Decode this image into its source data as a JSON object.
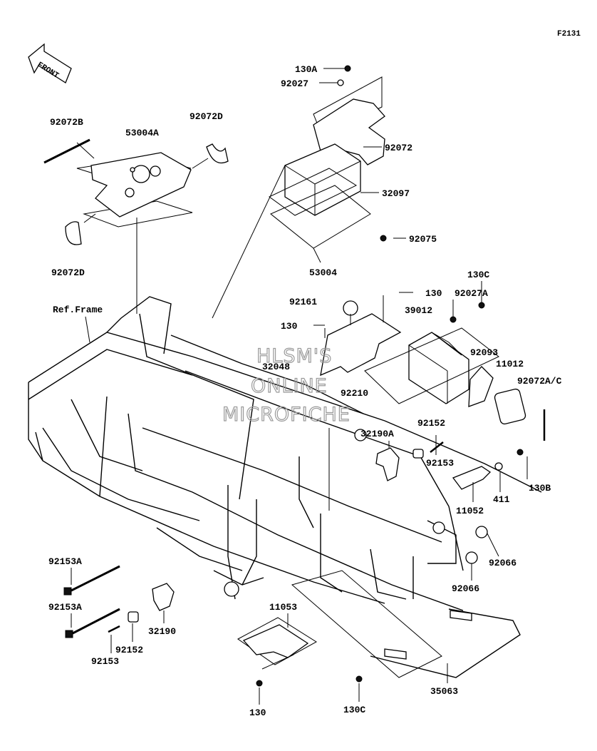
{
  "page_code": "F2131",
  "front_label": "FRONT",
  "ref_frame_label": "Ref.Frame",
  "watermark": [
    "HLSM'S",
    "ONLINE",
    "MICROFICHE"
  ],
  "parts": [
    {
      "id": "130A",
      "name": "label-130A"
    },
    {
      "id": "92027",
      "name": "label-92027"
    },
    {
      "id": "92072",
      "name": "label-92072"
    },
    {
      "id": "32097",
      "name": "label-32097"
    },
    {
      "id": "92075",
      "name": "label-92075"
    },
    {
      "id": "53004",
      "name": "label-53004"
    },
    {
      "id": "92072B",
      "name": "label-92072B"
    },
    {
      "id": "53004A",
      "name": "label-53004A"
    },
    {
      "id": "92072D",
      "name": "label-92072D-top"
    },
    {
      "id": "92072D",
      "name": "label-92072D-bottom"
    },
    {
      "id": "130C",
      "name": "label-130C-top"
    },
    {
      "id": "130",
      "name": "label-130-right"
    },
    {
      "id": "92027A",
      "name": "label-92027A"
    },
    {
      "id": "92161",
      "name": "label-92161"
    },
    {
      "id": "39012",
      "name": "label-39012"
    },
    {
      "id": "130",
      "name": "label-130-mid"
    },
    {
      "id": "92093",
      "name": "label-92093"
    },
    {
      "id": "11012",
      "name": "label-11012"
    },
    {
      "id": "32048",
      "name": "label-32048"
    },
    {
      "id": "92072A/C",
      "name": "label-92072AC"
    },
    {
      "id": "92210",
      "name": "label-92210"
    },
    {
      "id": "92152",
      "name": "label-92152-right"
    },
    {
      "id": "32190A",
      "name": "label-32190A"
    },
    {
      "id": "92153",
      "name": "label-92153-right"
    },
    {
      "id": "130B",
      "name": "label-130B"
    },
    {
      "id": "411",
      "name": "label-411"
    },
    {
      "id": "11052",
      "name": "label-11052"
    },
    {
      "id": "92066",
      "name": "label-92066-a"
    },
    {
      "id": "92066",
      "name": "label-92066-b"
    },
    {
      "id": "92153A",
      "name": "label-92153A-a"
    },
    {
      "id": "92153A",
      "name": "label-92153A-b"
    },
    {
      "id": "32190",
      "name": "label-32190"
    },
    {
      "id": "92152",
      "name": "label-92152-left"
    },
    {
      "id": "92153",
      "name": "label-92153-left"
    },
    {
      "id": "11053",
      "name": "label-11053"
    },
    {
      "id": "130",
      "name": "label-130-bottom"
    },
    {
      "id": "130C",
      "name": "label-130C-bottom"
    },
    {
      "id": "35063",
      "name": "label-35063"
    }
  ]
}
